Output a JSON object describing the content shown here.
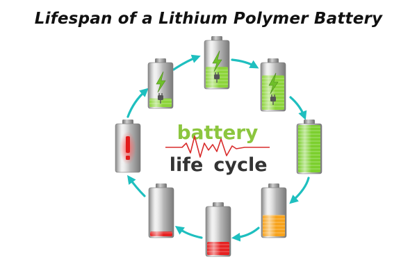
{
  "title": "Lifespan of a Lithium Polymer Battery",
  "logo": {
    "line1": "battery",
    "line2_a": "life",
    "line2_b": "cycle",
    "color_green": "#8cc63f",
    "color_dark": "#333333",
    "color_pulse": "#d92b2b"
  },
  "arrow_color": "#1ebfbf",
  "stages": [
    {
      "name": "charging-low",
      "fill": 0.2,
      "color": "#8cd43a",
      "icon": "bolt-plug-icon"
    },
    {
      "name": "charging-mid",
      "fill": 0.45,
      "color": "#8cd43a",
      "icon": "bolt-plug-icon"
    },
    {
      "name": "charging-high",
      "fill": 0.75,
      "color": "#8cd43a",
      "icon": "bolt-plug-icon"
    },
    {
      "name": "full",
      "fill": 1.0,
      "color": "#7ccf2e",
      "icon": ""
    },
    {
      "name": "half",
      "fill": 0.45,
      "color": "#f7a21b",
      "icon": ""
    },
    {
      "name": "low",
      "fill": 0.28,
      "color": "#e62222",
      "icon": ""
    },
    {
      "name": "critical",
      "fill": 0.1,
      "color": "#e62222",
      "icon": ""
    },
    {
      "name": "empty-warning",
      "fill": 0.0,
      "color": "#e62222",
      "icon": "exclamation-icon"
    }
  ]
}
